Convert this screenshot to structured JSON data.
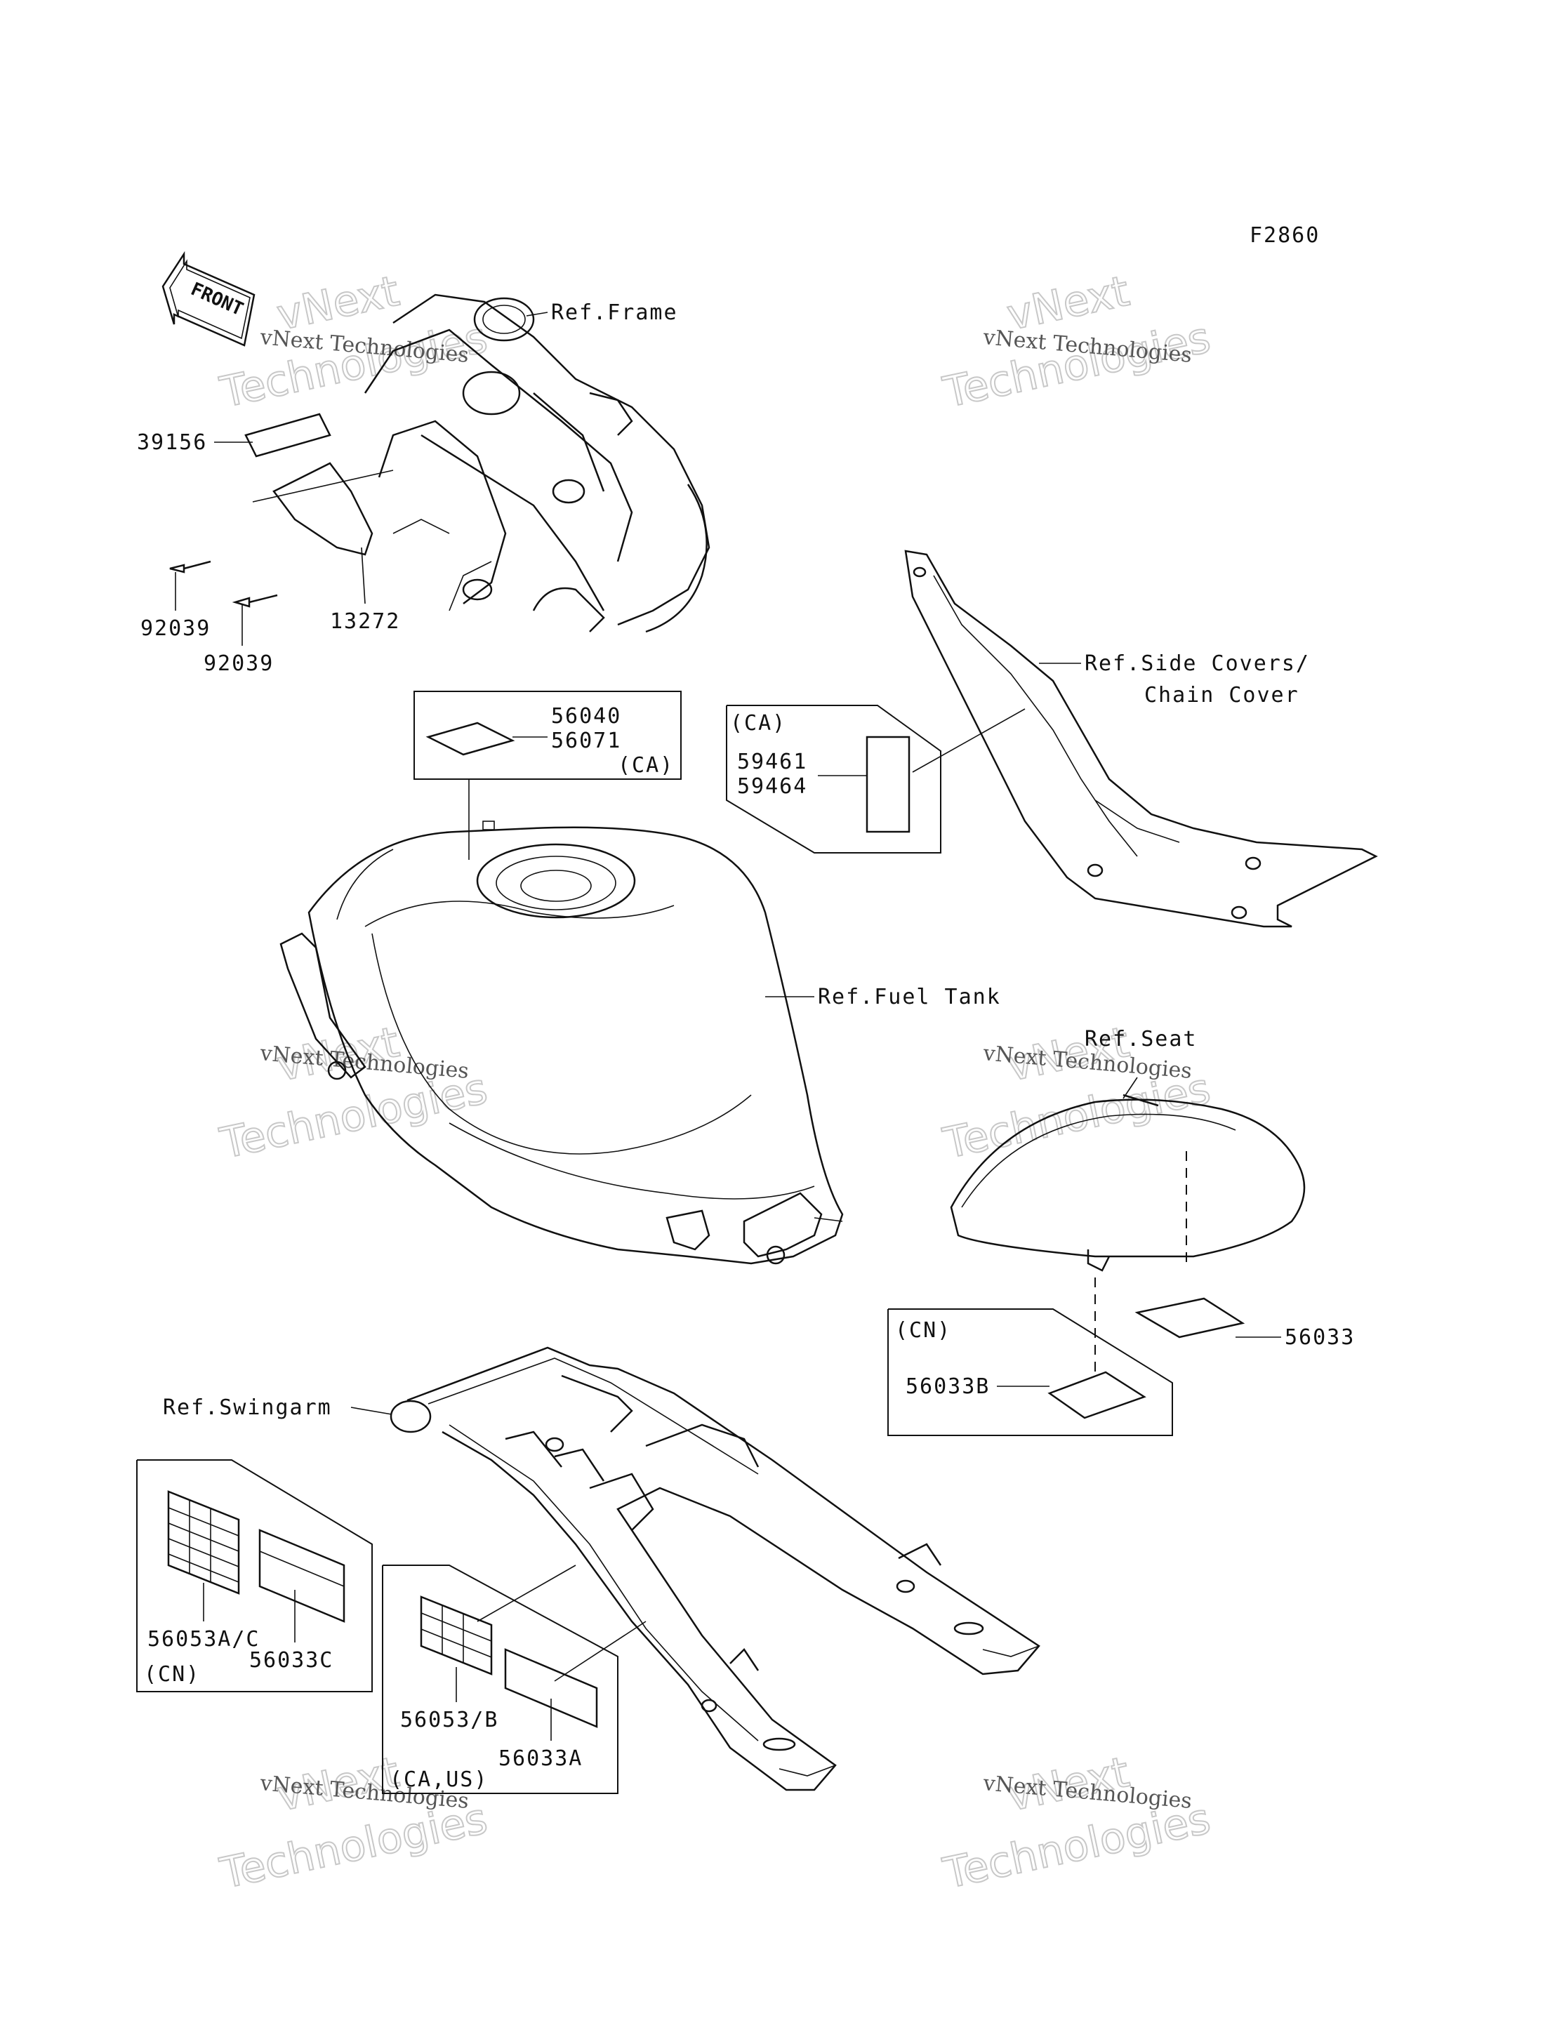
{
  "figure_code": "F2860",
  "front_label": "FRONT",
  "watermark": {
    "line1": "vNext Technologies",
    "line2": "vNext",
    "line3": "Technologies"
  },
  "parts": {
    "p39156": "39156",
    "p92039a": "92039",
    "p92039b": "92039",
    "p13272": "13272",
    "p56040": "56040",
    "p56071": "56071",
    "ca_1": "(CA)",
    "ca_2": "(CA)",
    "p59461": "59461",
    "p59464": "59464",
    "p56033": "56033",
    "cn_1": "(CN)",
    "p56033B": "56033B",
    "p56053AC": "56053A/C",
    "p56033C": "56033C",
    "cn_2": "(CN)",
    "p56053B": "56053/B",
    "p56033A": "56033A",
    "caus": "(CA,US)"
  },
  "refs": {
    "frame": "Ref.Frame",
    "side_covers_1": "Ref.Side Covers/",
    "side_covers_2": "Chain Cover",
    "fuel_tank": "Ref.Fuel Tank",
    "seat": "Ref.Seat",
    "swingarm": "Ref.Swingarm"
  }
}
